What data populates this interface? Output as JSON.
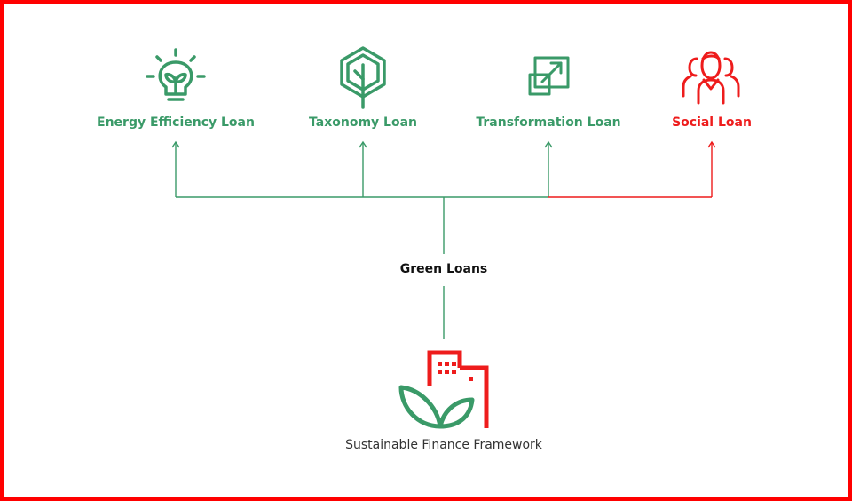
{
  "colors": {
    "green": "#3a9a68",
    "red": "#ee1c1c",
    "frame": "#ff0000",
    "text_dark": "#111111",
    "text_body": "#333333"
  },
  "loans": [
    {
      "label": "Energy Efficiency Loan",
      "icon": "lightbulb-leaf-icon",
      "color": "#3a9a68"
    },
    {
      "label": "Taxonomy Loan",
      "icon": "tree-hexagon-icon",
      "color": "#3a9a68"
    },
    {
      "label": "Transformation Loan",
      "icon": "expand-arrow-icon",
      "color": "#3a9a68"
    },
    {
      "label": "Social Loan",
      "icon": "people-group-icon",
      "color": "#ee1c1c"
    }
  ],
  "center": {
    "label": "Green Loans"
  },
  "framework": {
    "label": "Sustainable Finance Framework",
    "icon": "building-leaf-icon"
  }
}
